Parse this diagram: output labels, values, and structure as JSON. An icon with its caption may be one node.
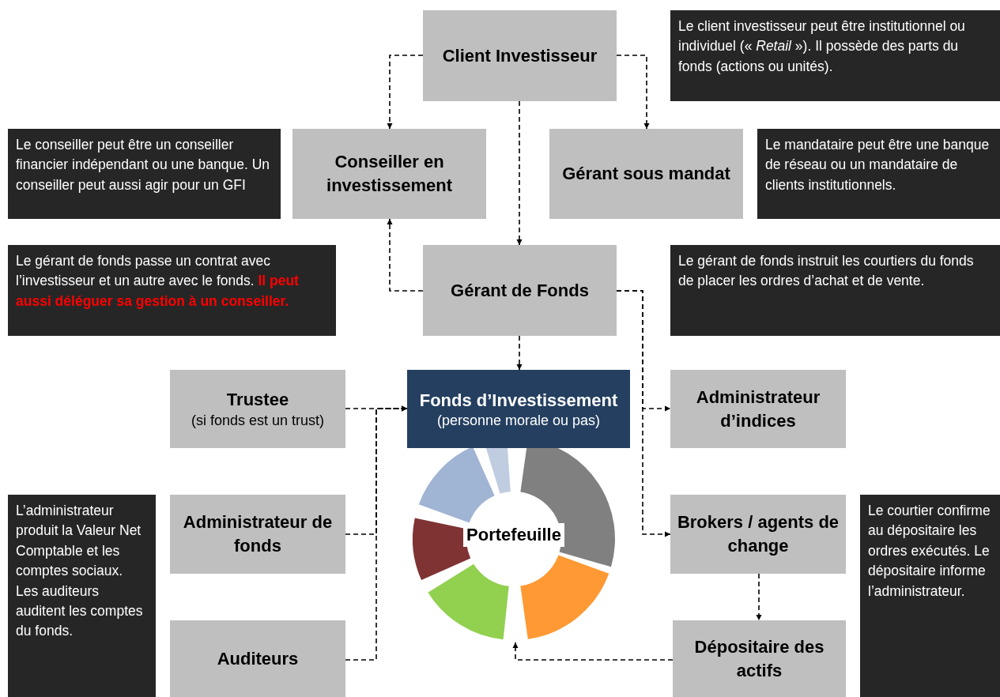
{
  "diagram": {
    "nodes": [
      {
        "text": [
          "Client Investisseur"
        ]
      },
      {
        "text": [
          "Le client investisseur peut être institutionnel ou individuel (« *Retail* »). Il possède des parts du fonds (actions ou unités)."
        ]
      },
      {
        "text": [
          "Le conseiller peut être un conseiller financier indépendant ou une banque. Un conseiller peut aussi agir pour un GFI"
        ]
      },
      {
        "text": [
          "Conseiller en investissement"
        ]
      },
      {
        "text": [
          "Gérant sous mandat"
        ]
      },
      {
        "text": [
          "Le mandataire peut être une banque de réseau ou un mandataire de clients institutionnels."
        ]
      },
      {
        "text": [
          "Le gérant de fonds passe un contrat avec l’investisseur et un autre avec le fonds. **Il peut aussi déléguer sa gestion à un conseiller.**"
        ]
      },
      {
        "text": [
          "Gérant de Fonds"
        ]
      },
      {
        "text": [
          "Le gérant de fonds instruit les courtiers du fonds de placer les ordres d’achat et de vente."
        ]
      },
      {
        "text": [
          "Trustee",
          "(si fonds est un trust)"
        ]
      },
      {
        "text": [
          "Fonds d’Investissement",
          "(personne morale ou pas)"
        ]
      },
      {
        "text": [
          "Administrateur d’indices"
        ]
      },
      {
        "text": [
          "Portefeuille"
        ]
      },
      {
        "text": [
          "L’administrateur produit la Valeur Net Comptable et les comptes sociaux. Les auditeurs auditent les comptes du fonds."
        ]
      },
      {
        "text": [
          "Administrateur de fonds"
        ]
      },
      {
        "text": [
          "Brokers / agents de change"
        ]
      },
      {
        "text": [
          "Le courtier confirme au dépositaire les ordres exécutés. Le dépositaire informe l’administrateur."
        ]
      },
      {
        "text": [
          "Auditeurs"
        ]
      },
      {
        "text": [
          "Dépositaire des actifs"
        ]
      }
    ],
    "edges": [
      {
        "from": 0,
        "to": 3,
        "arrow": "to",
        "style": "dashed"
      },
      {
        "from": 0,
        "to": 4,
        "arrow": "to",
        "style": "dashed"
      },
      {
        "from": 0,
        "to": 7,
        "arrow": "to",
        "style": "dashed"
      },
      {
        "from": 7,
        "to": 3,
        "arrow": "to",
        "style": "dashed"
      },
      {
        "from": 7,
        "to": 10,
        "arrow": "to",
        "style": "dashed"
      },
      {
        "from": 7,
        "to": 11,
        "arrow": "to",
        "style": "dashed"
      },
      {
        "from": 7,
        "to": 15,
        "arrow": "to",
        "style": "dashed"
      },
      {
        "from": 9,
        "to": 10,
        "arrow": "to",
        "style": "dashed"
      },
      {
        "from": 14,
        "to": 10,
        "arrow": "to",
        "style": "dashed"
      },
      {
        "from": 17,
        "to": 10,
        "arrow": "to",
        "style": "dashed"
      },
      {
        "from": 15,
        "to": 18,
        "arrow": "to",
        "style": "dashed"
      },
      {
        "from": 18,
        "to": 12,
        "arrow": "to",
        "style": "dashed"
      }
    ]
  }
}
